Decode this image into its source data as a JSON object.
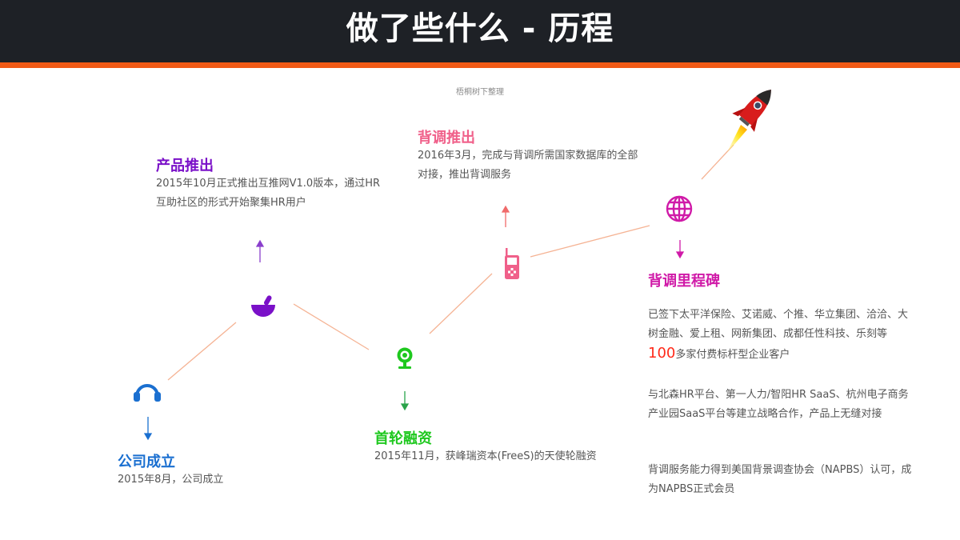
{
  "header": {
    "title": "做了些什么 - 历程",
    "bg_color": "#1e2126",
    "stripe_color": "#f15a16"
  },
  "subtitle": "梧桐树下整理",
  "timeline": [
    {
      "id": "company-founded",
      "icon": "headphones-icon",
      "color": "#1a6fd0",
      "title": "公司成立",
      "text": "2015年8月，公司成立"
    },
    {
      "id": "product-launch",
      "icon": "mortar-pestle-icon",
      "color": "#7a10c8",
      "title": "产品推出",
      "text": "2015年10月正式推出互推网V1.0版本，通过HR互助社区的形式开始聚集HR用户"
    },
    {
      "id": "first-funding",
      "icon": "webcam-icon",
      "color": "#1ec81e",
      "title": "首轮融资",
      "text": "2015年11月，获峰瑞资本(FreeS)的天使轮融资"
    },
    {
      "id": "background-check-launch",
      "icon": "mobile-phone-icon",
      "color": "#f0608a",
      "title": "背调推出",
      "text": "2016年3月，完成与背调所需国家数据库的全部对接，推出背调服务"
    },
    {
      "id": "milestones",
      "icon": "globe-icon",
      "color": "#d01aa8",
      "title": "背调里程碑",
      "paragraphs": [
        {
          "before": "已签下太平洋保险、艾诺威、个推、华立集团、洽洽、大树金融、爱上租、网新集团、成都任性科技、乐刻等",
          "highlight": "100",
          "after": "多家付费标杆型企业客户"
        },
        {
          "text": "与北森HR平台、第一人力/智阳HR SaaS、杭州电子商务产业园SaaS平台等建立战略合作，产品上无缝对接"
        },
        {
          "text": "背调服务能力得到美国背景调查协会（NAPBS）认可，成为NAPBS正式会员"
        }
      ]
    }
  ],
  "decoration": {
    "rocket": "rocket-icon",
    "line_color": "#f5b394",
    "highlight_color": "#ff2a1a"
  }
}
